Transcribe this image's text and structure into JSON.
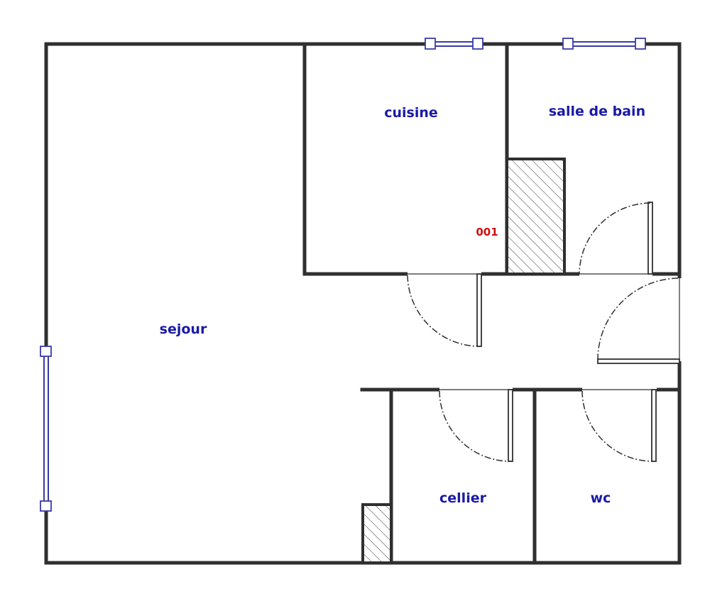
{
  "rooms": {
    "sejour": "sejour",
    "cuisine": "cuisine",
    "salle_de_bain": "salle de bain",
    "cellier": "cellier",
    "wc": "wc"
  },
  "reference": "001",
  "colors": {
    "wall": "#2f2f2f",
    "room_label": "#1a1aa6",
    "reference_label": "#cc1111",
    "window": "#3a3aa8"
  }
}
